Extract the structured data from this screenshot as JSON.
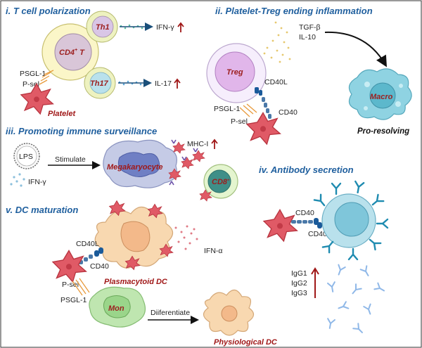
{
  "colors": {
    "section_title": "#1f5f9e",
    "cell_label": "#9c1f1f",
    "up_arrow": "#a01818",
    "platelet": "#e05a66",
    "cd4_outer": "#fbf6c8",
    "treg_outer": "#f6eefc",
    "macro": "#8fd3e2",
    "dc": "#f8d8b0",
    "mon": "#bfe6b0",
    "bcell": "#b9e1ec",
    "antibody": "#1e8bb0",
    "cd40l": "#1a5a9a",
    "cd40": "#4a78a8",
    "psgl1": "#e89a3c"
  },
  "sections": {
    "s1_title": "i. T cell polarization",
    "s2_title": "ii. Platelet-Treg ending inflammation",
    "s3_title": "iii. Promoting immune surveillance",
    "s4_title": "iv. Antibody secretion",
    "s5_title": "v. DC maturation"
  },
  "panel1": {
    "cd4": "CD4",
    "cd4_sup": "+",
    "cd4_t": " T",
    "th1": "Th1",
    "th17": "Th17",
    "ifng": "IFN-γ",
    "il17": "IL-17",
    "psgl1": "PSGL-1",
    "psel": "P-sel",
    "platelet": "Platelet"
  },
  "panel2": {
    "treg": "Treg",
    "tgfb": "TGF-β",
    "il10": "IL-10",
    "cd40l": "CD40L",
    "cd40": "CD40",
    "psgl1": "PSGL-1",
    "psel": "P-sel",
    "macro": "Macro",
    "pro_resolving": "Pro-resolving"
  },
  "panel3": {
    "lps": "LPS",
    "stimulate": "Stimulate",
    "ifng": "IFN-γ",
    "megakaryocyte": "Megakaryocyte",
    "mhc": "MHC-I",
    "cd8": "CD8",
    "cd8_sup": "+"
  },
  "panel4": {
    "cd40": "CD40",
    "cd40l": "CD40L",
    "igg1": "IgG1",
    "igg2": "IgG2",
    "igg3": "IgG3"
  },
  "panel5": {
    "cd40l": "CD40L",
    "cd40": "CD40",
    "ifna": "IFN-α",
    "psel": "P-sel",
    "psgl1": "PSGL-1",
    "pdc": "Plasmacytoid DC",
    "mon": "Mon",
    "differentiate": "Diiferentiate",
    "physio_dc": "Physiological DC"
  }
}
